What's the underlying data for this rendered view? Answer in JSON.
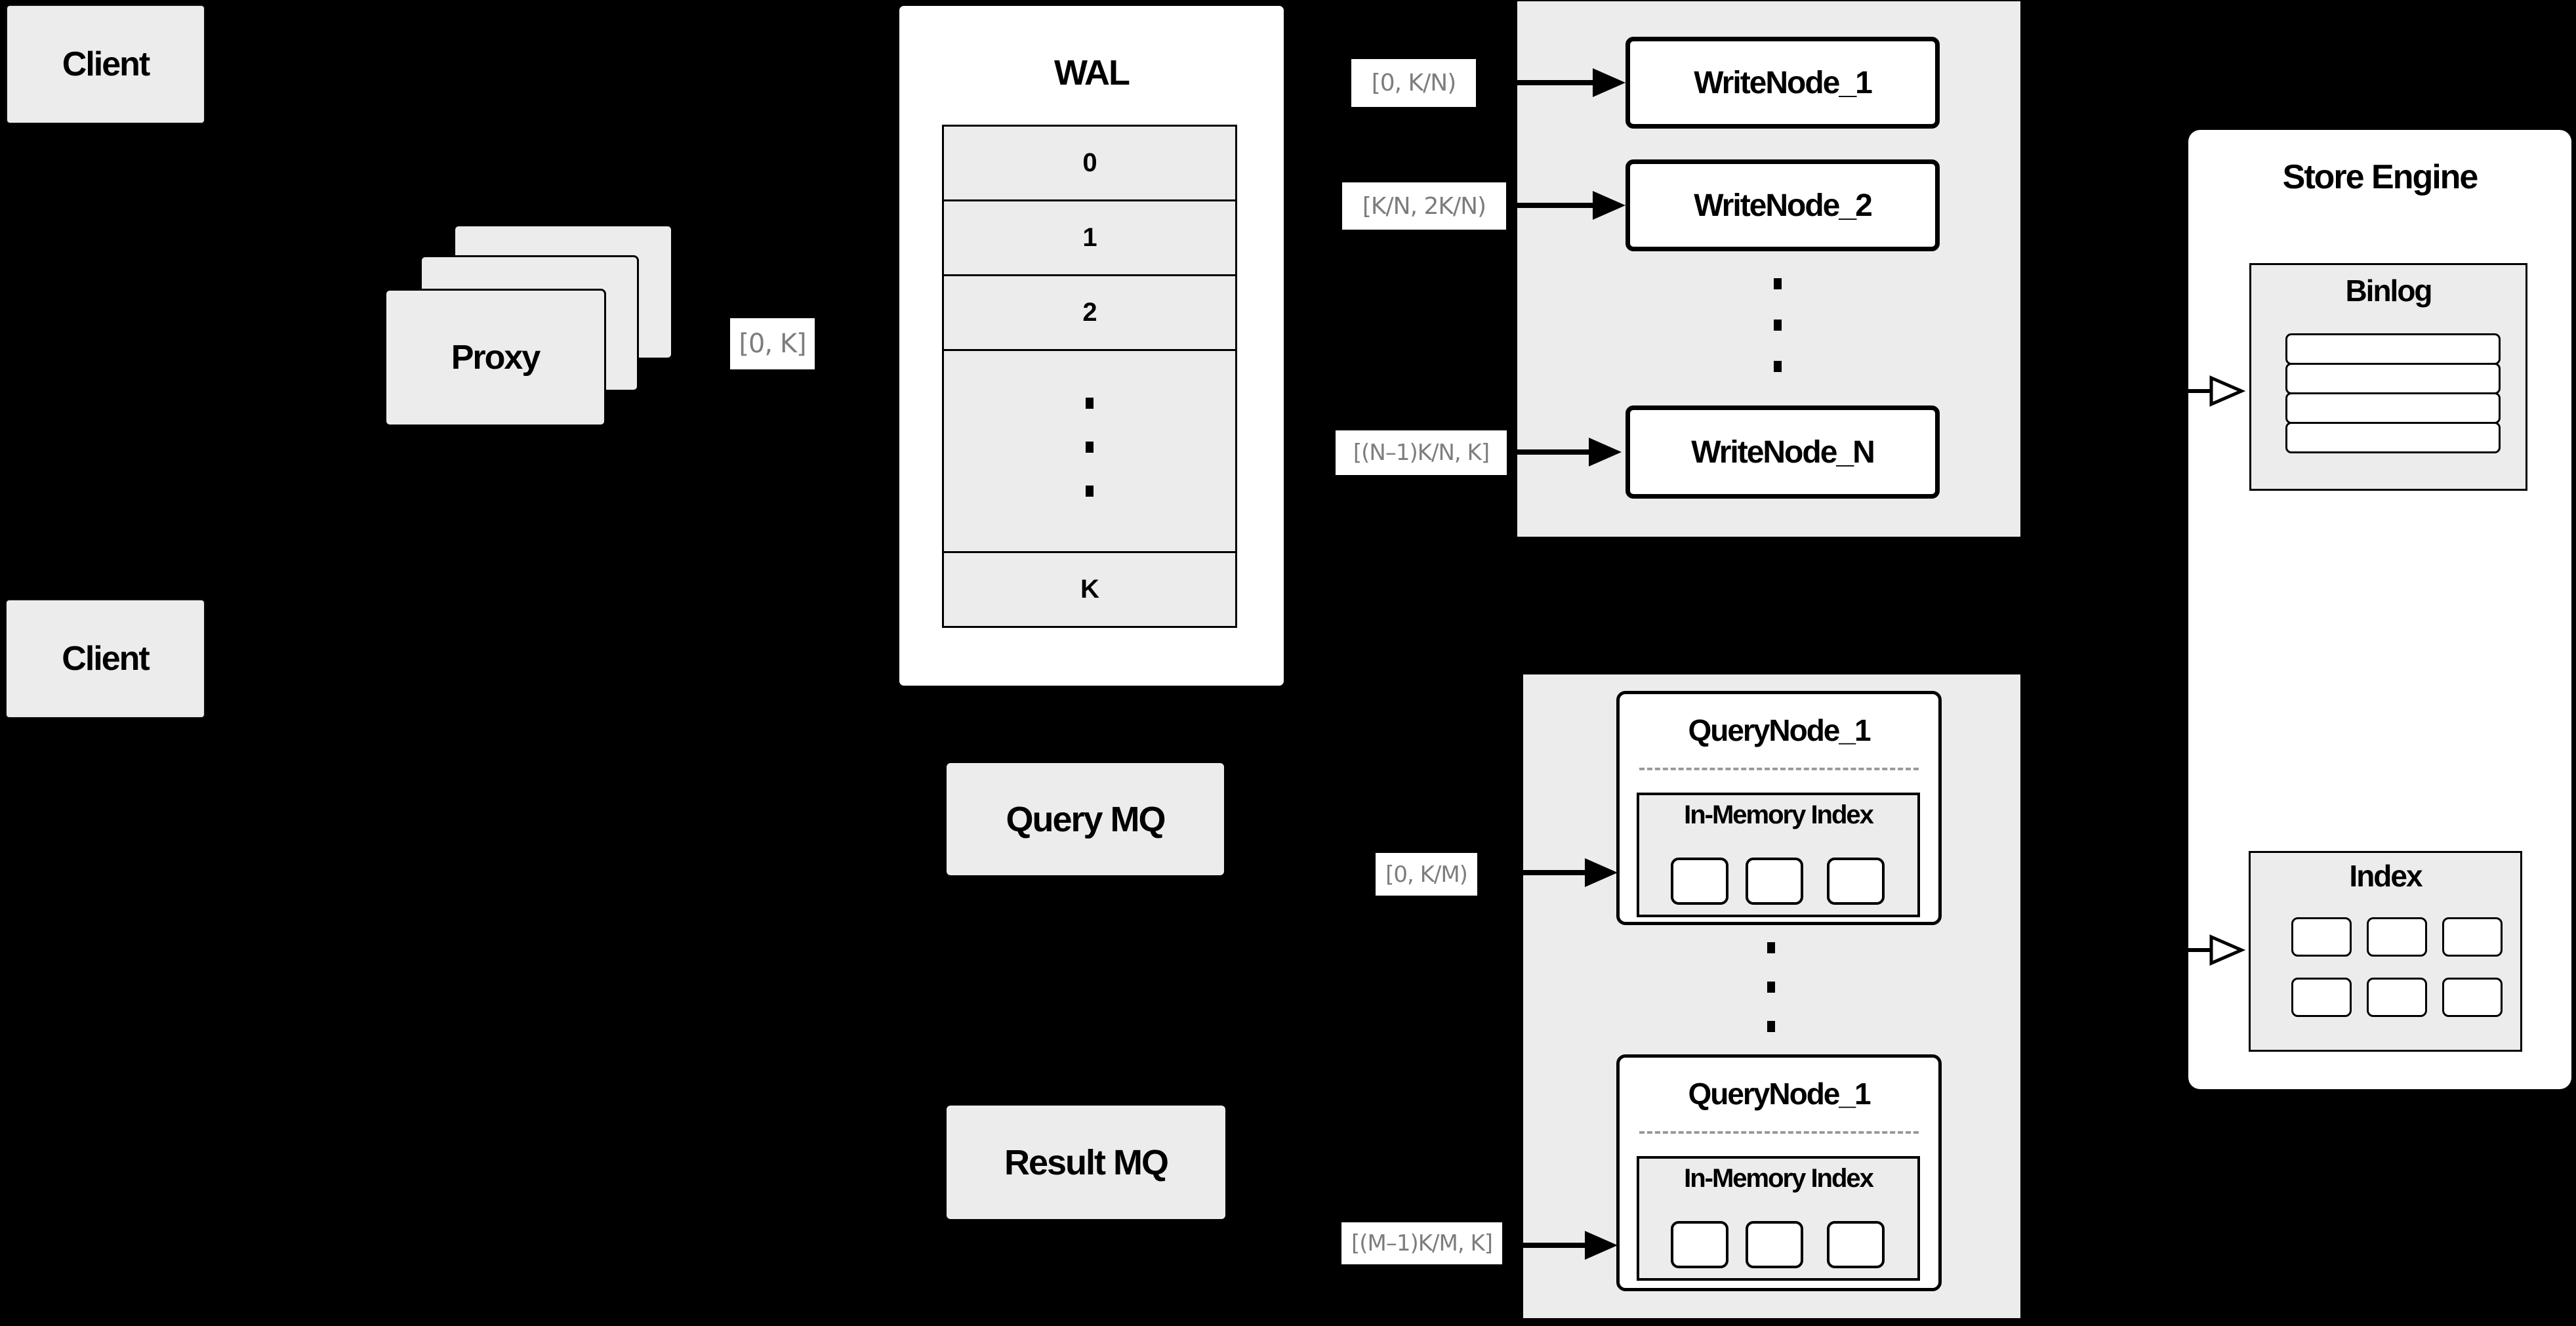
{
  "colors": {
    "background": "#000000",
    "panel_gray": "#ececec",
    "box_white": "#ffffff",
    "line_black": "#000000",
    "range_label_text": "#7d7d7d",
    "dashed_divider": "#9a9a9a"
  },
  "client_top": {
    "label": "Client"
  },
  "client_bottom": {
    "label": "Client"
  },
  "proxy": {
    "label": "Proxy"
  },
  "ranges": {
    "proxy_out": "[0, K]",
    "write_1": "[0, K/N)",
    "write_2": "[K/N, 2K/N)",
    "write_n": "[(N–1)K/N, K]",
    "query_1": "[0, K/M)",
    "query_2": "[(M–1)K/M, K]"
  },
  "wal": {
    "title": "WAL",
    "rows": [
      "0",
      "1",
      "2",
      "K"
    ],
    "ellipsis_icon": "vertical-dots"
  },
  "write_cluster": {
    "nodes": [
      "WriteNode_1",
      "WriteNode_2",
      "WriteNode_N"
    ],
    "ellipsis_icon": "vertical-dots"
  },
  "mq": {
    "query": "Query MQ",
    "result": "Result MQ"
  },
  "query_cluster": {
    "node_top": {
      "title": "QueryNode_1",
      "index_title": "In-Memory Index"
    },
    "node_bottom": {
      "title": "QueryNode_1",
      "index_title": "In-Memory Index"
    },
    "ellipsis_icon": "vertical-dots"
  },
  "store_engine": {
    "title": "Store Engine",
    "binlog_title": "Binlog",
    "index_title": "Index"
  }
}
